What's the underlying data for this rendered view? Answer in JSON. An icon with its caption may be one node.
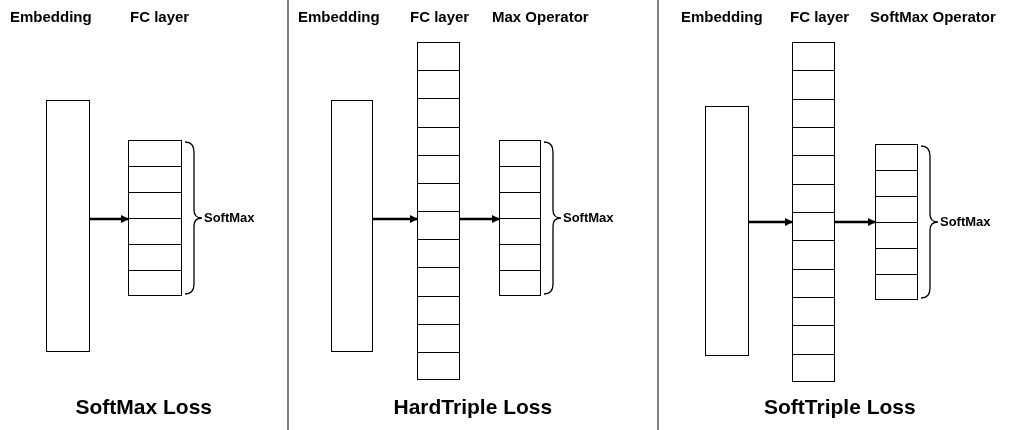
{
  "diagram": {
    "nodes": [
      {
        "text": [],
        "shape": "box"
      },
      {
        "text": [],
        "shape": "bar"
      },
      {
        "text": [],
        "shape": "box"
      },
      {
        "text": [],
        "shape": "bar"
      },
      {
        "text": [],
        "shape": "bar"
      },
      {
        "text": [],
        "shape": "box"
      },
      {
        "text": [],
        "shape": "bar"
      },
      {
        "text": [],
        "shape": "bar"
      }
    ],
    "edges": [
      {
        "from": 0,
        "to": 1,
        "arrow": "to"
      },
      {
        "from": 2,
        "to": 3,
        "arrow": "to"
      },
      {
        "from": 3,
        "to": 4,
        "arrow": "to"
      },
      {
        "from": 5,
        "to": 6,
        "arrow": "to"
      },
      {
        "from": 6,
        "to": 7,
        "arrow": "to"
      }
    ],
    "labels": [
      "Embedding",
      "FC layer",
      "Embedding",
      "FC layer",
      "Max Operator",
      "Embedding",
      "FC layer",
      "SoftMax Operator",
      "SoftMax",
      "SoftMax",
      "SoftMax",
      "SoftMax Loss",
      "HardTriple Loss",
      "SoftTriple Loss"
    ]
  }
}
